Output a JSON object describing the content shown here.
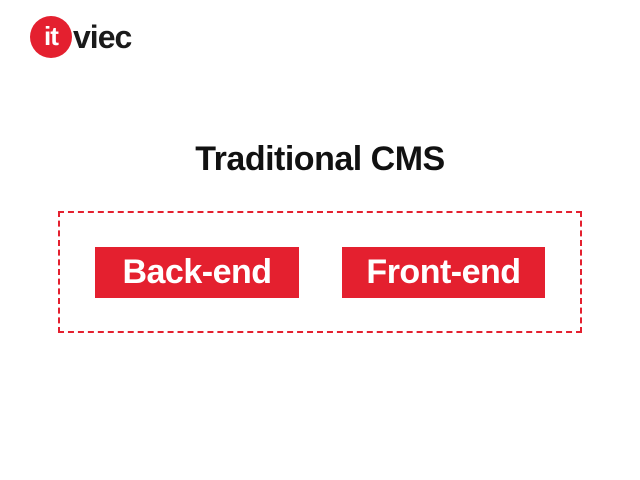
{
  "logo": {
    "mark_text": "it",
    "word_text": "viec",
    "brand_color": "#e4202f"
  },
  "diagram": {
    "title": "Traditional CMS",
    "frame_color": "#e4202f",
    "components": [
      {
        "label": "Back-end"
      },
      {
        "label": "Front-end"
      }
    ]
  }
}
